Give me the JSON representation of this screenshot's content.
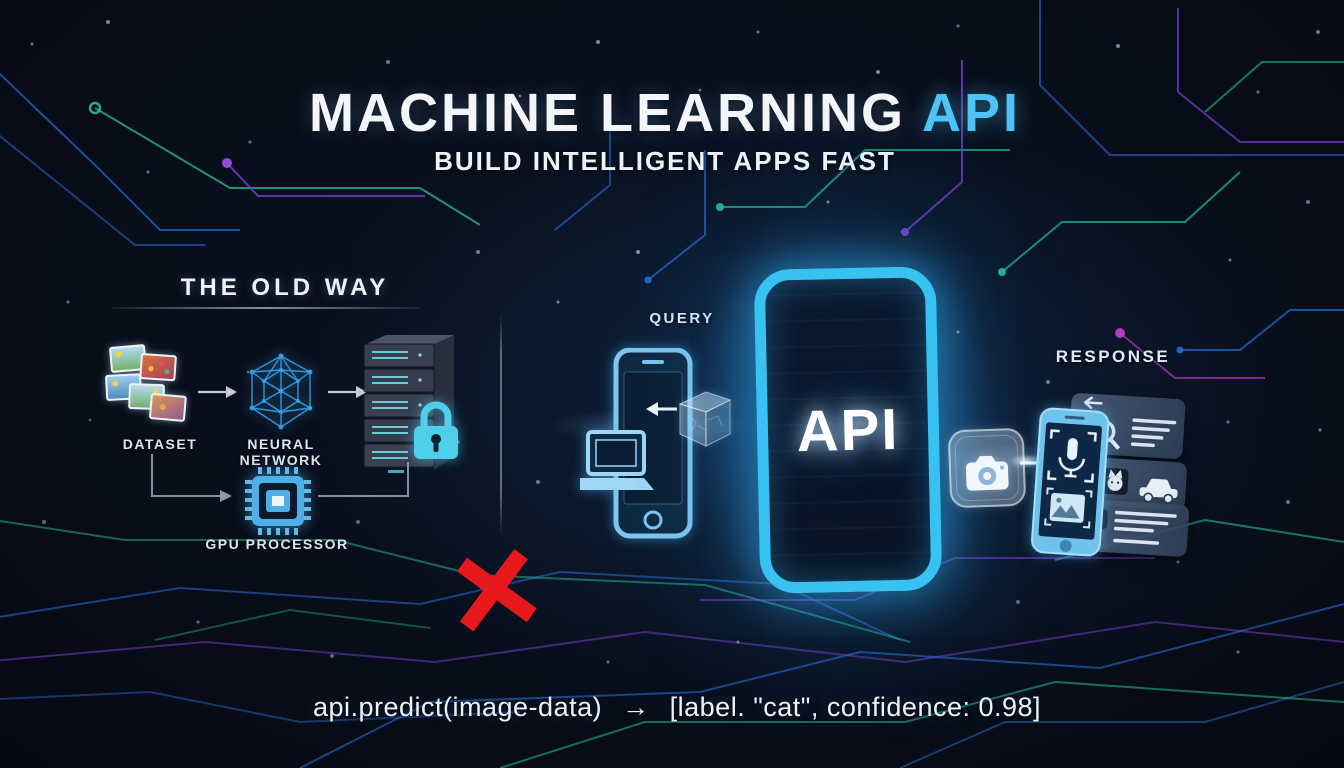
{
  "header": {
    "title_main": "MACHINE LEARNING",
    "title_accent": "API",
    "subtitle": "BUILD INTELLIGENT APPS FAST"
  },
  "old_way": {
    "heading": "THE OLD WAY",
    "dataset_label": "DATASET",
    "neural_network_label": "NEURAL NETWORK",
    "gpu_label": "GPU PROCESSOR"
  },
  "pipeline": {
    "query_label": "QUERY",
    "api_text": "API",
    "response_label": "RESPONSE"
  },
  "code_example": {
    "call": "api.predict(image-data)",
    "arrow": "→",
    "result": "[label. \"cat\", confidence: 0.98]"
  },
  "icons": {
    "dataset": "photo-stack-icon",
    "neural_network": "neural-network-icon",
    "training_server": "server-rack-icon",
    "lock": "lock-icon",
    "gpu": "gpu-chip-icon",
    "client_device": "phone-laptop-icon",
    "query_payload": "data-cube-icon",
    "camera_payload": "camera-cube-icon",
    "result_device": "smartphone-icon",
    "microphone": "microphone-icon",
    "image": "image-icon",
    "search": "magnifier-icon",
    "cat": "cat-icon",
    "car": "car-icon",
    "paw": "paw-icon",
    "rejected": "red-x-icon"
  },
  "colors": {
    "title_accent": "#4fc3f7",
    "api_frame_cyan": "#38c2f2",
    "lock_cyan": "#4fd0ea",
    "device_blue": "#7cc6ef",
    "error_red": "#e7191d",
    "circuit_blue": "#2a6bd4",
    "circuit_teal": "#27bd96",
    "circuit_purple": "#7b3fd0",
    "background": "#05070f"
  }
}
